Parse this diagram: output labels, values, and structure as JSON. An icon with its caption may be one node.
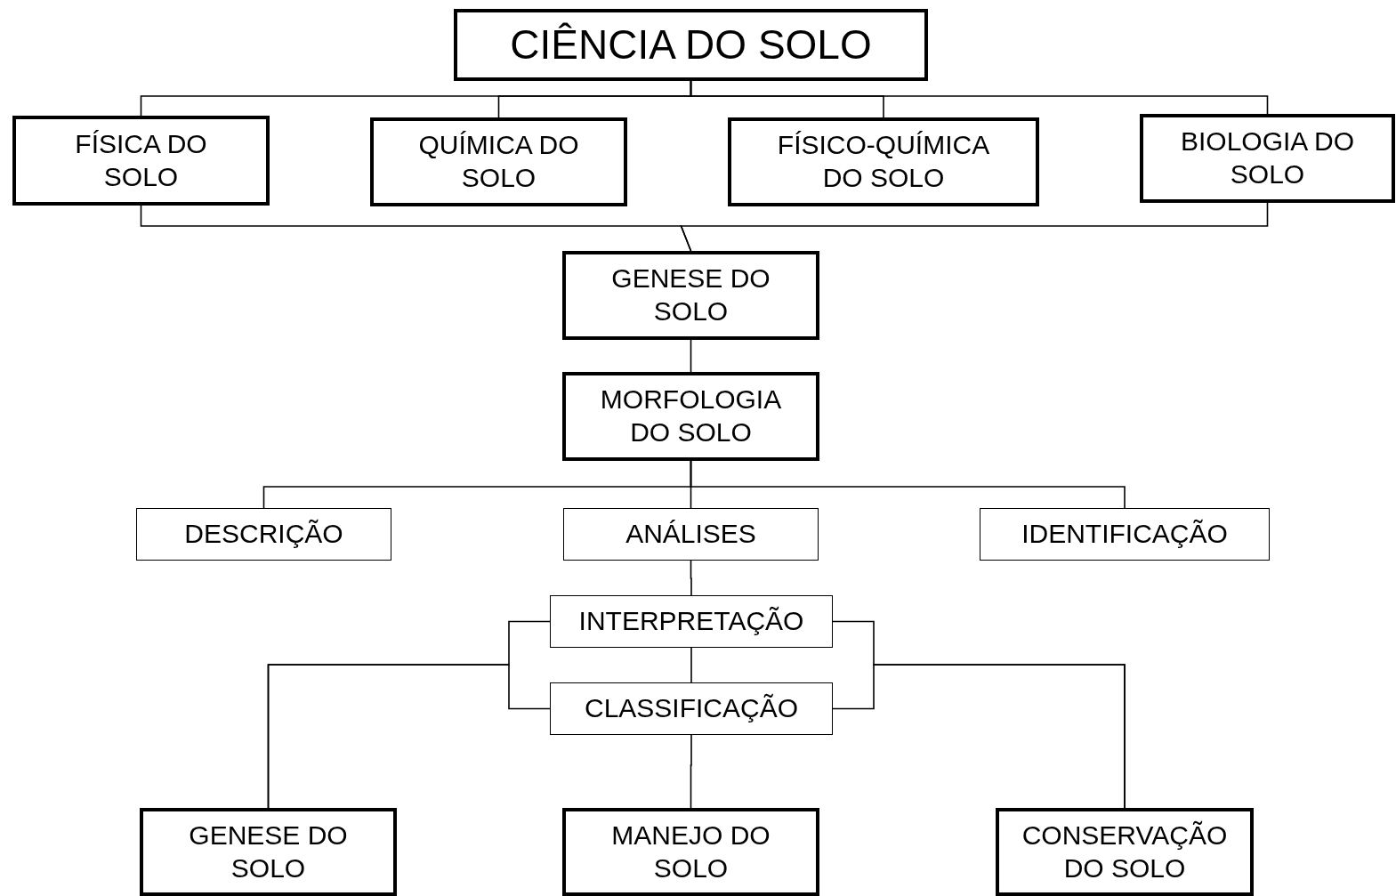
{
  "diagram": {
    "nodes": [
      {
        "text": [
          "CIÊNCIA DO SOLO"
        ]
      },
      {
        "text": [
          "FÍSICA DO SOLO"
        ]
      },
      {
        "text": [
          "QUÍMICA DO SOLO"
        ]
      },
      {
        "text": [
          "FÍSICO-QUÍMICA DO SOLO"
        ]
      },
      {
        "text": [
          "BIOLOGIA DO SOLO"
        ]
      },
      {
        "text": [
          "GENESE DO SOLO"
        ]
      },
      {
        "text": [
          "MORFOLOGIA DO SOLO"
        ]
      },
      {
        "text": [
          "DESCRIÇÃO"
        ]
      },
      {
        "text": [
          "ANÁLISES"
        ]
      },
      {
        "text": [
          "IDENTIFICAÇÃO"
        ]
      },
      {
        "text": [
          "INTERPRETAÇÃO"
        ]
      },
      {
        "text": [
          "CLASSIFICAÇÃO"
        ]
      },
      {
        "text": [
          "GENESE DO SOLO"
        ]
      },
      {
        "text": [
          "MANEJO DO SOLO"
        ]
      },
      {
        "text": [
          "CONSERVAÇÃO DO SOLO"
        ]
      }
    ],
    "edges": [
      {
        "from": 0,
        "to": 1,
        "arrow": "none"
      },
      {
        "from": 0,
        "to": 2,
        "arrow": "none"
      },
      {
        "from": 0,
        "to": 3,
        "arrow": "none"
      },
      {
        "from": 0,
        "to": 4,
        "arrow": "none"
      },
      {
        "from": 1,
        "to": 5,
        "arrow": "none"
      },
      {
        "from": 4,
        "to": 5,
        "arrow": "none"
      },
      {
        "from": 5,
        "to": 6,
        "arrow": "none"
      },
      {
        "from": 6,
        "to": 7,
        "arrow": "none"
      },
      {
        "from": 6,
        "to": 8,
        "arrow": "none"
      },
      {
        "from": 6,
        "to": 9,
        "arrow": "none"
      },
      {
        "from": 8,
        "to": 10,
        "arrow": "none"
      },
      {
        "from": 10,
        "to": 11,
        "arrow": "none"
      },
      {
        "from": 10,
        "to": 12,
        "arrow": "none"
      },
      {
        "from": 11,
        "to": 12,
        "arrow": "none"
      },
      {
        "from": 10,
        "to": 14,
        "arrow": "none"
      },
      {
        "from": 11,
        "to": 14,
        "arrow": "none"
      },
      {
        "from": 11,
        "to": 13,
        "arrow": "none"
      }
    ]
  }
}
